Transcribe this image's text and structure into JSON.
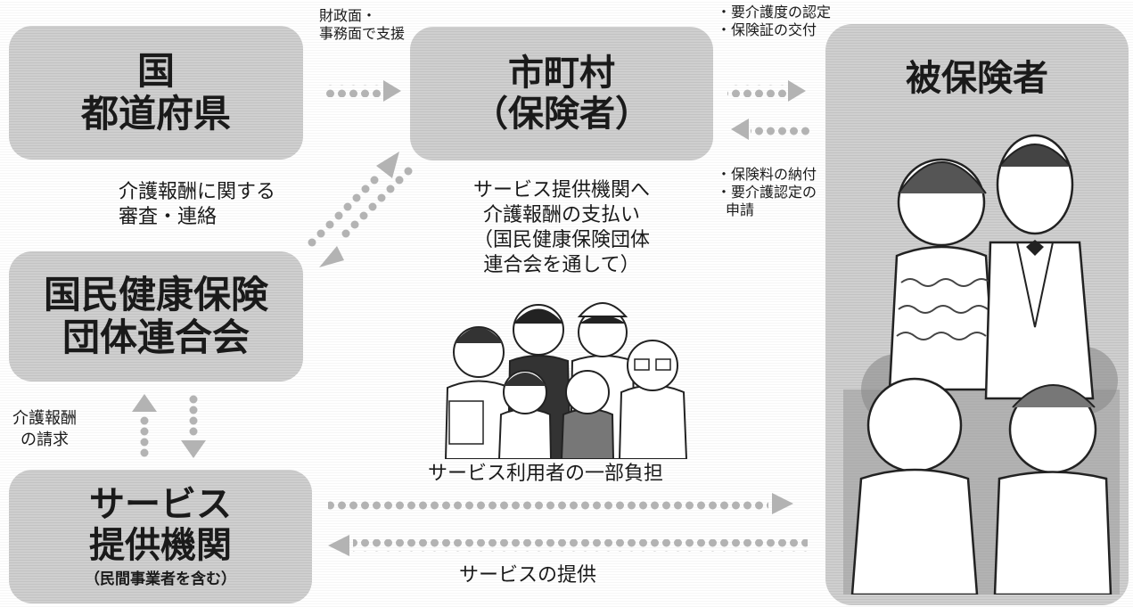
{
  "boxes": {
    "kuni": [
      "国",
      "都道府県"
    ],
    "shichoson": [
      "市町村",
      "（保険者）"
    ],
    "kokuho": [
      "国民健康保険",
      "団体連合会"
    ],
    "service": [
      "サービス",
      "提供機関"
    ],
    "service_sub": "（民間事業者を含む）",
    "insured": "被保険者"
  },
  "labels": {
    "support": [
      "財政面・",
      "事務面で支援"
    ],
    "certify": [
      "・要介護度の認定",
      "・保険証の交付"
    ],
    "pay_premium": [
      "・保険料の納付",
      "・要介護認定の",
      "申請"
    ],
    "review": [
      "介護報酬に関する",
      "審査・連絡"
    ],
    "payment": [
      "サービス提供機関へ",
      "介護報酬の支払い",
      "（国民健康保険団体",
      "連合会を通して）"
    ],
    "claim": [
      "介護報酬",
      "の請求"
    ],
    "copay": "サービス利用者の一部負担",
    "provision": "サービスの提供"
  },
  "colors": {
    "box": "#cfcfcf",
    "arrow": "#b3b3b3",
    "text": "#1a1a1a"
  }
}
